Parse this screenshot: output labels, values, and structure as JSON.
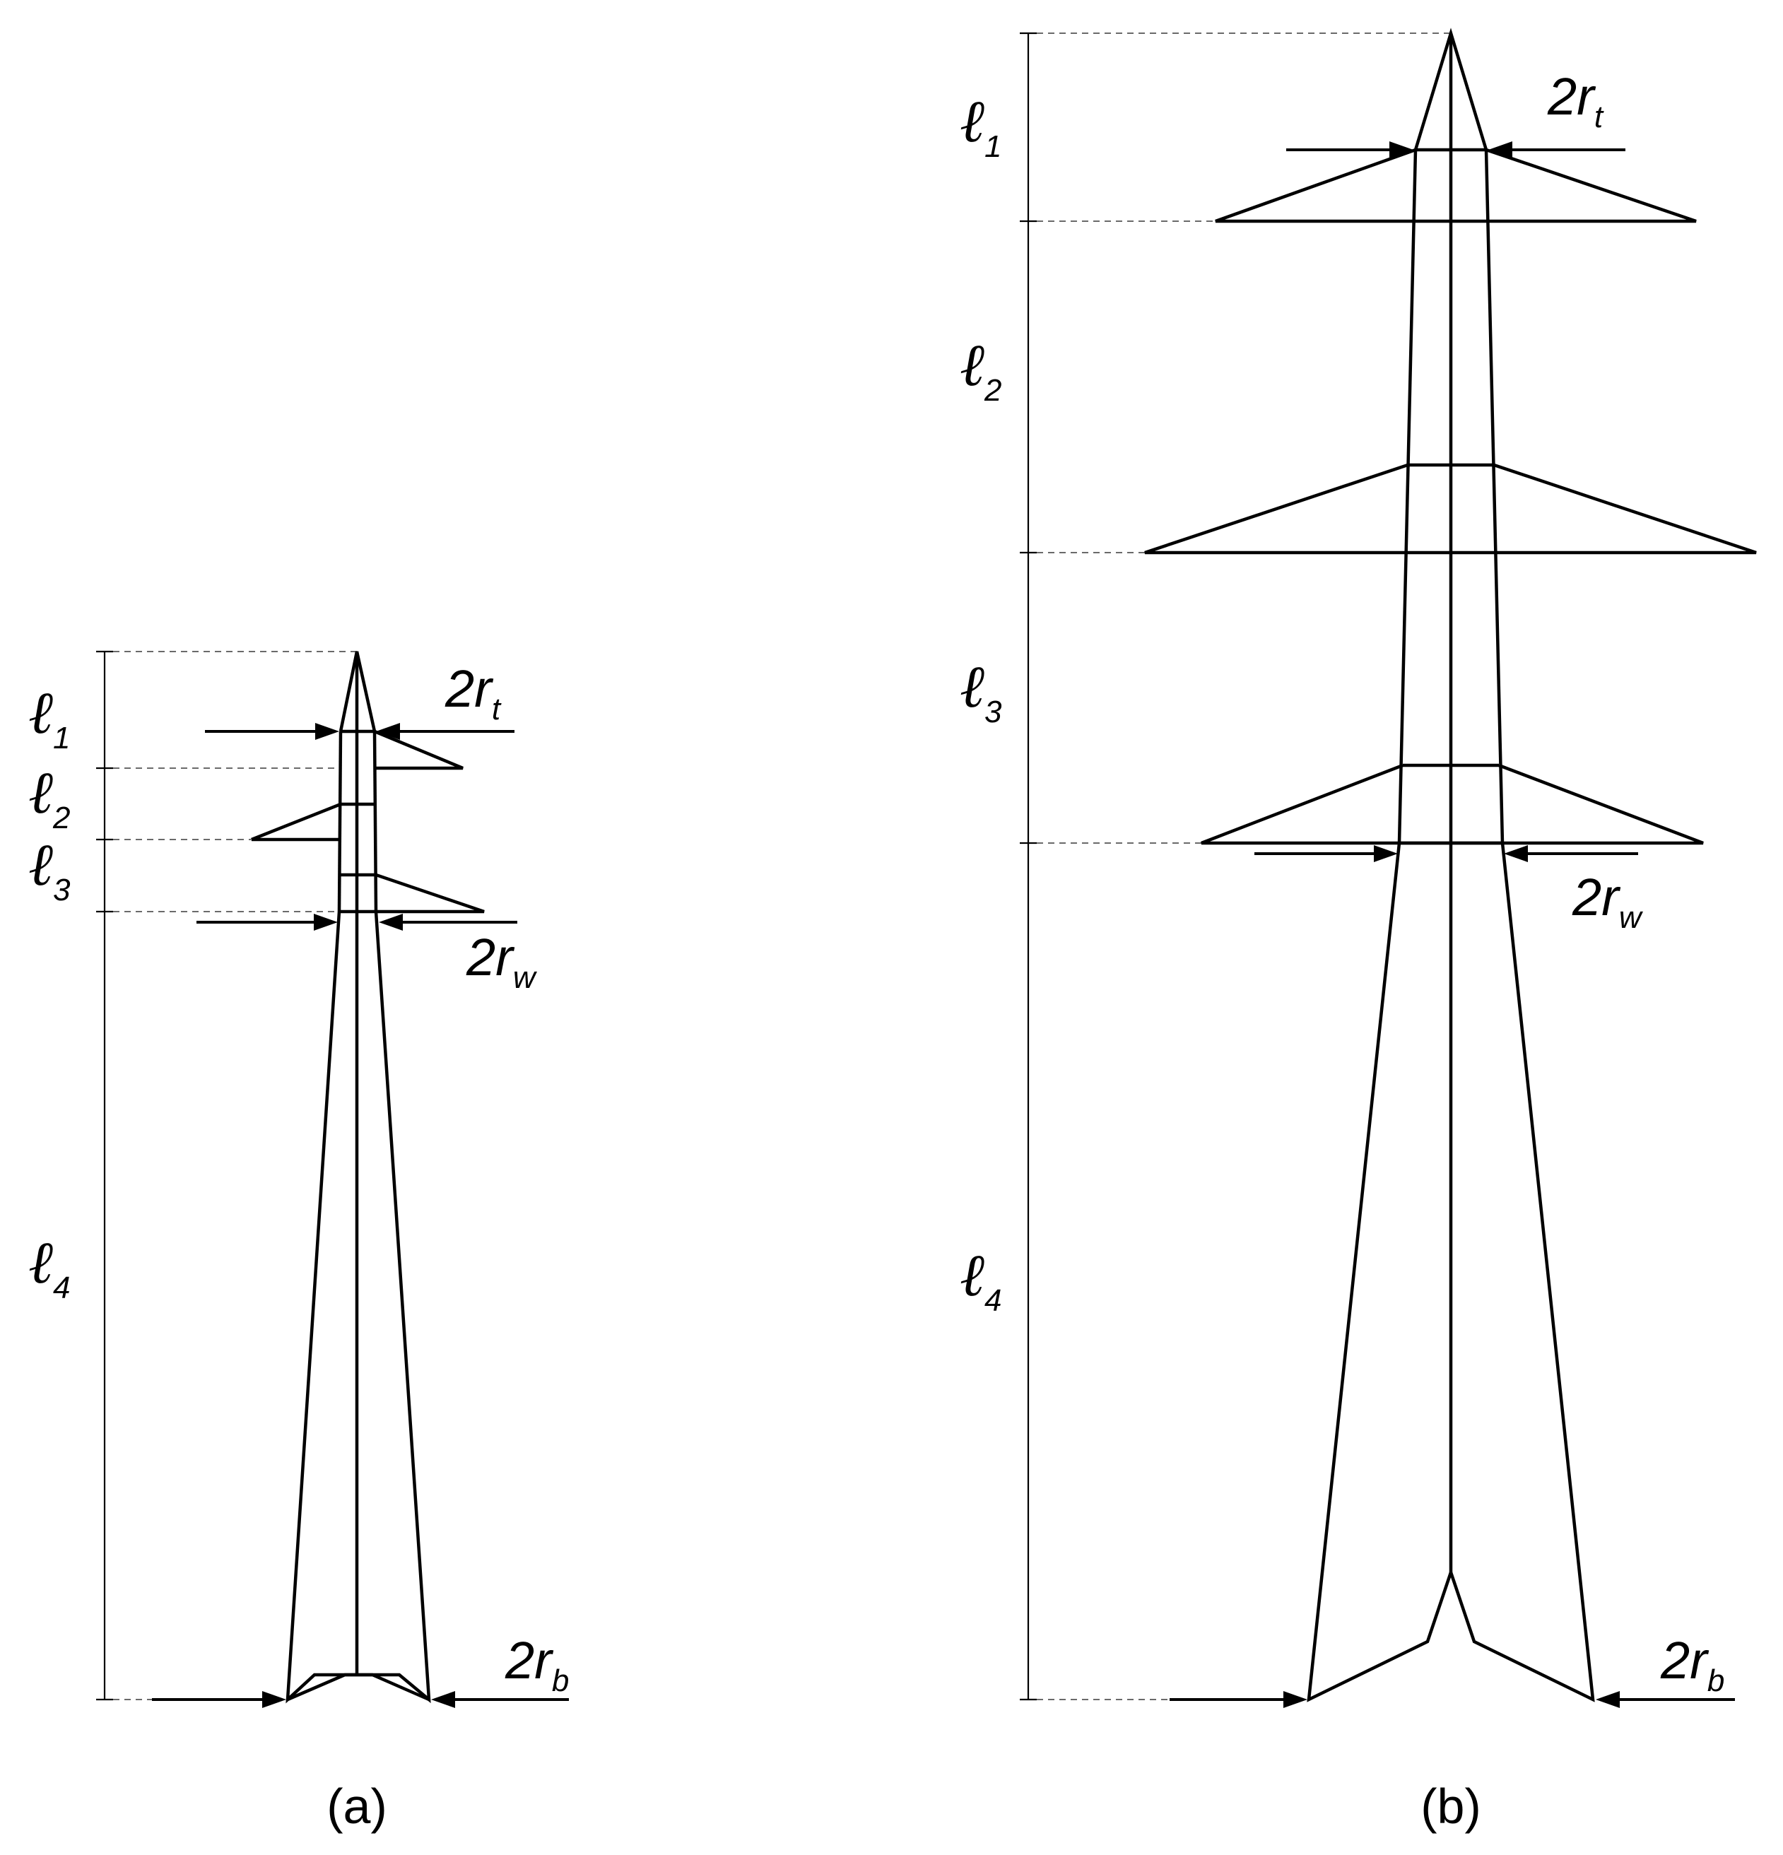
{
  "panels": [
    {
      "id": "a",
      "caption": "(a)",
      "segments": [
        {
          "base": "ℓ",
          "sub": "1"
        },
        {
          "base": "ℓ",
          "sub": "2"
        },
        {
          "base": "ℓ",
          "sub": "3"
        },
        {
          "base": "ℓ",
          "sub": "4"
        }
      ],
      "radii": {
        "top": {
          "base": "2r",
          "sub": "t"
        },
        "waist": {
          "base": "2r",
          "sub": "w"
        },
        "bottom": {
          "base": "2r",
          "sub": "b"
        }
      }
    },
    {
      "id": "b",
      "caption": "(b)",
      "segments": [
        {
          "base": "ℓ",
          "sub": "1"
        },
        {
          "base": "ℓ",
          "sub": "2"
        },
        {
          "base": "ℓ",
          "sub": "3"
        },
        {
          "base": "ℓ",
          "sub": "4"
        }
      ],
      "radii": {
        "top": {
          "base": "2r",
          "sub": "t"
        },
        "waist": {
          "base": "2r",
          "sub": "w"
        },
        "bottom": {
          "base": "2r",
          "sub": "b"
        }
      }
    }
  ]
}
